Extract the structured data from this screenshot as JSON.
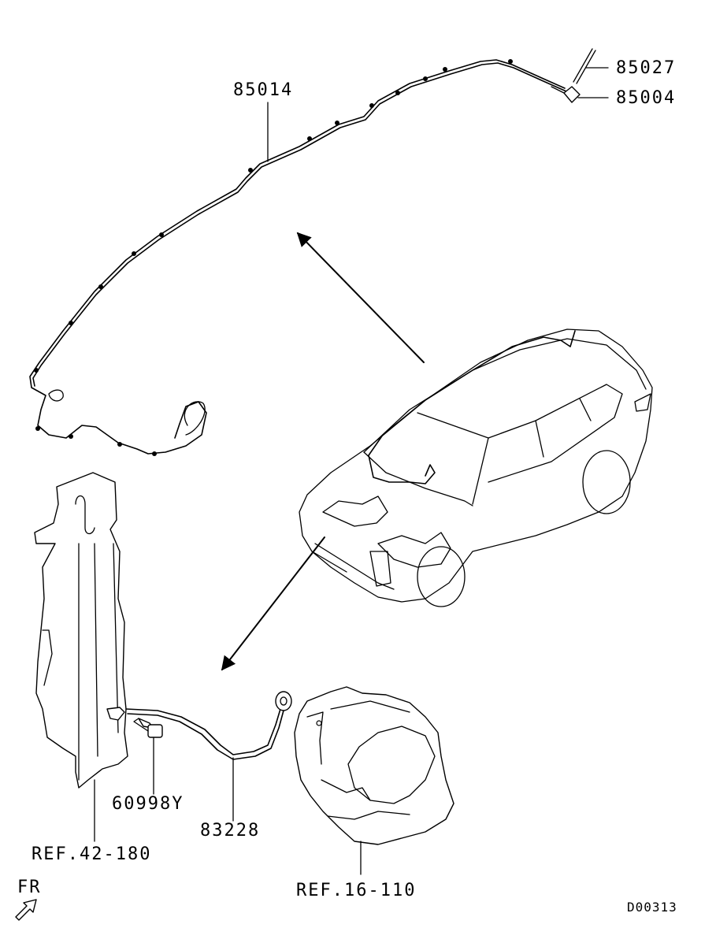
{
  "parts": {
    "roof_harness": "85014",
    "antenna_rod": "85027",
    "antenna_base": "85004",
    "bolt": "60998Y",
    "ground_cable": "83228"
  },
  "references": {
    "ref_left": "REF.42-180",
    "ref_right": "REF.16-110"
  },
  "orientation": {
    "label": "FR"
  },
  "diagram_code": "D00313"
}
